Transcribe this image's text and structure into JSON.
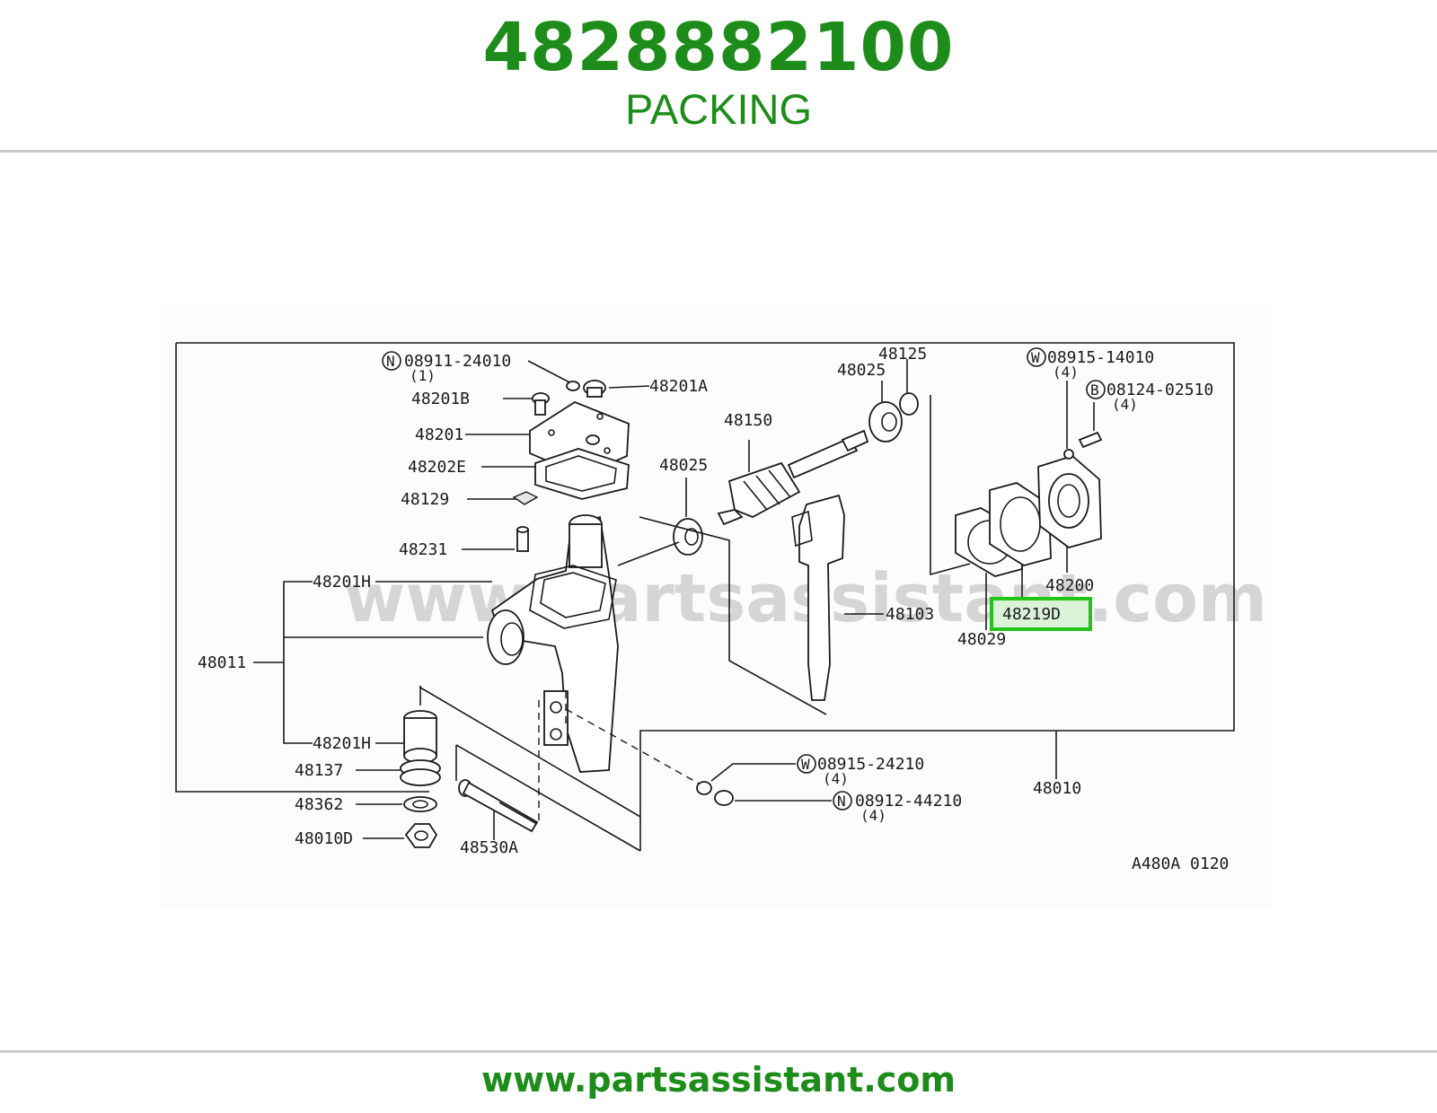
{
  "header": {
    "part_number": "4828882100",
    "part_name": "PACKING"
  },
  "colors": {
    "brand_green": "#1e8c1a",
    "highlight_green": "#22c41c",
    "rule_gray": "#c8c8c8"
  },
  "diagram": {
    "watermark": "www.partsassistant.com",
    "figure_code": "A480A 0120",
    "highlighted_label": "48219D",
    "labels": {
      "l_08911_24010": "08911-24010",
      "l_08911_24010_qty": "(1)",
      "l_48201A": "48201A",
      "l_48201B": "48201B",
      "l_48201": "48201",
      "l_48202E": "48202E",
      "l_48129": "48129",
      "l_48231": "48231",
      "l_48201H_top": "48201H",
      "l_48011": "48011",
      "l_48201H_bot": "48201H",
      "l_48137": "48137",
      "l_48362": "48362",
      "l_48010D": "48010D",
      "l_48530A": "48530A",
      "l_48150": "48150",
      "l_48025_left": "48025",
      "l_48025_right": "48025",
      "l_48125": "48125",
      "l_48103": "48103",
      "l_08915_14010": "08915-14010",
      "l_08915_14010_qty": "(4)",
      "l_08124_02510": "08124-02510",
      "l_08124_02510_qty": "(4)",
      "l_48200": "48200",
      "l_48219D": "48219D",
      "l_48029": "48029",
      "l_08915_24210": "08915-24210",
      "l_08915_24210_qty": "(4)",
      "l_08912_44210": "08912-44210",
      "l_08912_44210_qty": "(4)",
      "l_48010": "48010"
    },
    "badges": {
      "n": "N",
      "w": "W",
      "b": "B"
    }
  },
  "footer": {
    "url": "www.partsassistant.com"
  }
}
